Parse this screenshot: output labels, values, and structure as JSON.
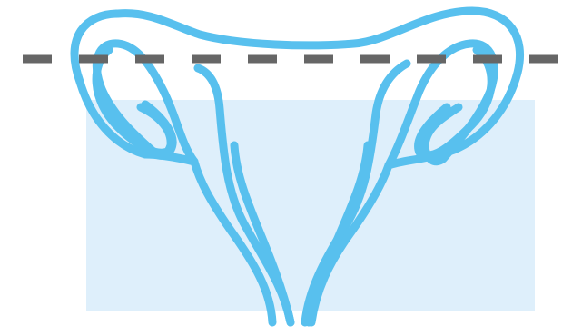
{
  "diagram": {
    "colors": {
      "background": "#ffffff",
      "organ_outline": "#58c0ee",
      "shaded_region": "#deeffb",
      "cut_line": "#666666"
    },
    "elements": [
      "uterus-outline-icon",
      "fallopian-tube-left",
      "fallopian-tube-right",
      "ovary-left",
      "ovary-right",
      "uterine-cavity-left-wall",
      "uterine-cavity-right-wall",
      "shaded-region",
      "dashed-cut-line"
    ],
    "cut_line_style": "dashed"
  }
}
